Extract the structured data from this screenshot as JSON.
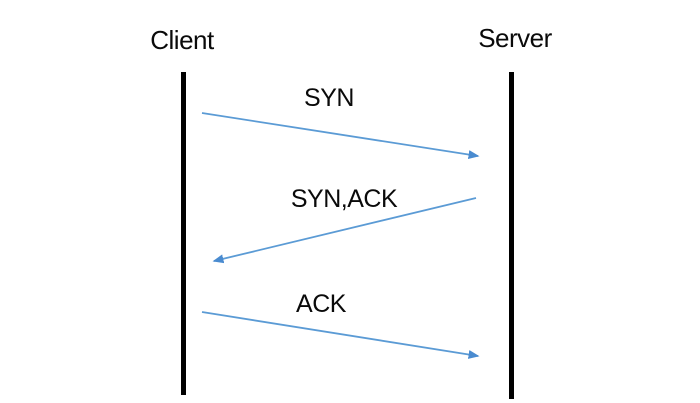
{
  "diagram": {
    "type": "sequence",
    "accent_color": "#5B9BD5",
    "lifeline_color": "#000000",
    "actors": [
      {
        "id": "client",
        "label": "Client"
      },
      {
        "id": "server",
        "label": "Server"
      }
    ],
    "messages": [
      {
        "label": "SYN",
        "from": "client",
        "to": "server"
      },
      {
        "label": "SYN,ACK",
        "from": "server",
        "to": "client"
      },
      {
        "label": "ACK",
        "from": "client",
        "to": "server"
      }
    ]
  }
}
